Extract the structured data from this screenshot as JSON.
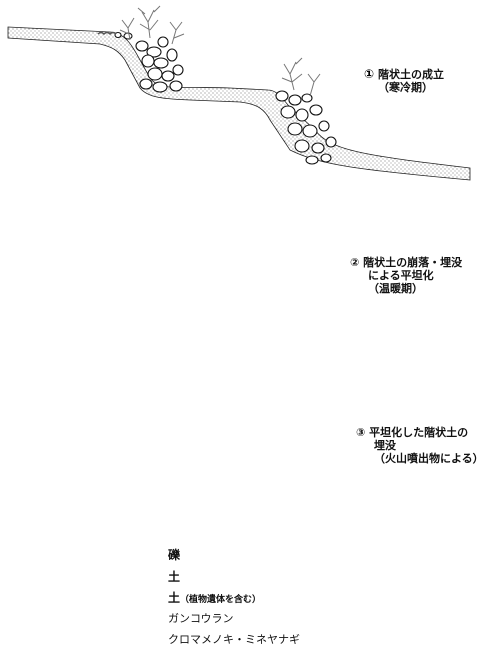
{
  "stages": [
    {
      "number": "①",
      "lines": [
        "階状土の成立",
        "（寒冷期）"
      ]
    },
    {
      "number": "②",
      "lines": [
        "階状土の崩落・埋没",
        "による平坦化",
        "（温暖期）"
      ]
    },
    {
      "number": "③",
      "lines": [
        "平坦化した階状土の",
        "埋没",
        "（火山噴出物による）"
      ]
    }
  ],
  "legend": {
    "gravel": "礫",
    "soil": "土",
    "soil_plant_main": "土",
    "soil_plant_note": "（植物遺体を含む）",
    "crowberry": "ガンコウラン",
    "willow": "クロマメノキ・ミネヤナギ"
  }
}
